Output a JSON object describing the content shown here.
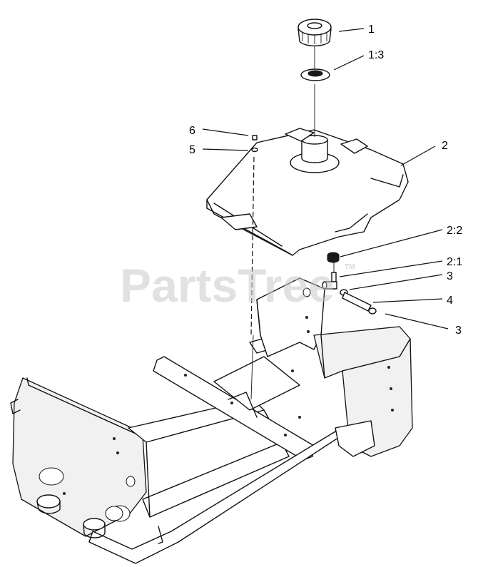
{
  "watermark": "PartsTree",
  "trademark": "TM",
  "callouts": [
    {
      "id": "c1",
      "label": "1"
    },
    {
      "id": "c13",
      "label": "1:3"
    },
    {
      "id": "c2",
      "label": "2"
    },
    {
      "id": "c6",
      "label": "6"
    },
    {
      "id": "c5",
      "label": "5"
    },
    {
      "id": "c22",
      "label": "2:2"
    },
    {
      "id": "c21",
      "label": "2:1"
    },
    {
      "id": "c3a",
      "label": "3"
    },
    {
      "id": "c4",
      "label": "4"
    },
    {
      "id": "c3b",
      "label": "3"
    }
  ]
}
